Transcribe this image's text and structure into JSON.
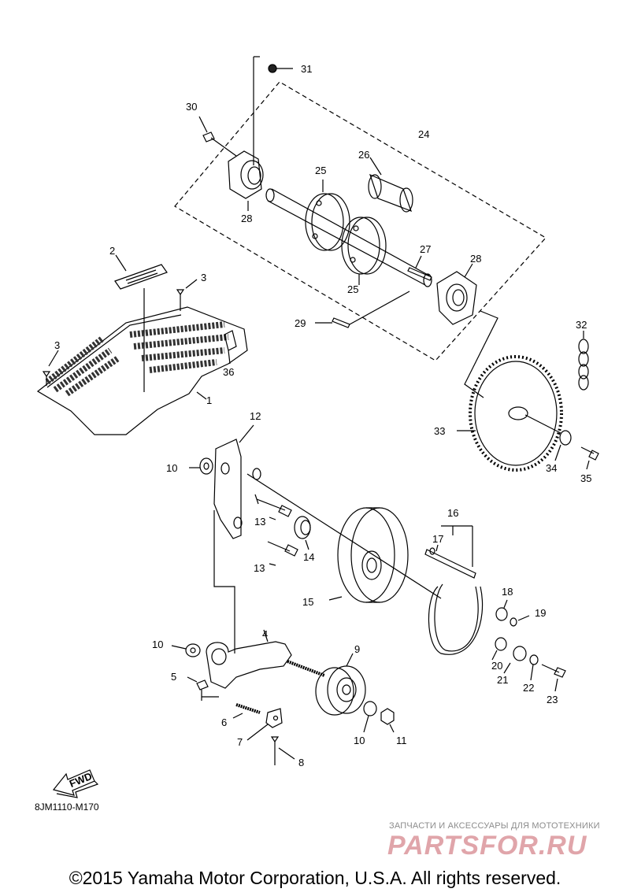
{
  "callouts": [
    "1",
    "2",
    "3",
    "3",
    "4",
    "5",
    "6",
    "7",
    "8",
    "9",
    "10",
    "10",
    "10",
    "11",
    "12",
    "13",
    "13",
    "14",
    "15",
    "16",
    "17",
    "18",
    "19",
    "20",
    "21",
    "22",
    "23",
    "24",
    "25",
    "25",
    "26",
    "27",
    "28",
    "28",
    "29",
    "30",
    "31",
    "32",
    "33",
    "34",
    "35",
    "36"
  ],
  "fwd_label": "FWD",
  "diagram_code": "8JM1110-M170",
  "watermark": {
    "tagline": "ЗАПЧАСТИ И АКСЕССУАРЫ ДЛЯ МОТОТЕХНИКИ",
    "logo": "PARTSFOR.RU"
  },
  "copyright": "©2015 Yamaha Motor Corporation, U.S.A. All rights reserved."
}
